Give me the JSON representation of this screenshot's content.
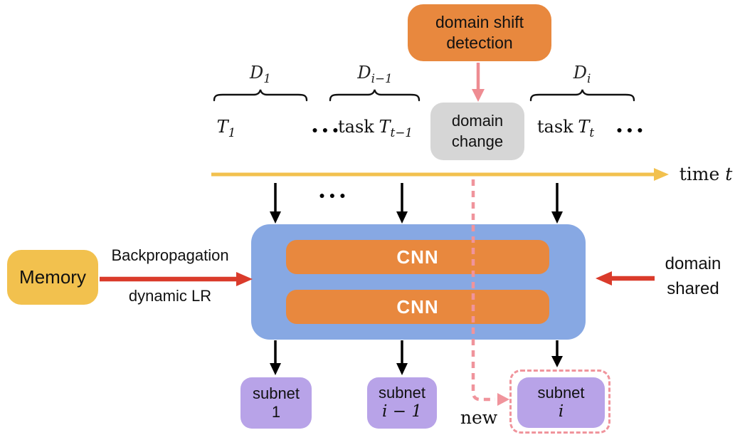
{
  "palette": {
    "orange": "#E8883E",
    "yellow": "#F2C14E",
    "blue": "#87A8E3",
    "purple": "#B8A3E8",
    "gray": "#D6D6D6",
    "red": "#DA3B2B",
    "pink": "#EE8C92"
  },
  "detection_box": {
    "line1": "domain shift",
    "line2": "detection"
  },
  "domains": [
    {
      "symbol": "D",
      "sub": "1"
    },
    {
      "symbol": "D",
      "sub": "i−1"
    },
    {
      "symbol": "D",
      "sub": "i"
    }
  ],
  "tasks": {
    "first_symbol": "T",
    "first_sub": "1",
    "dots_left": "●●●",
    "prev_prefix": "task",
    "prev_symbol": "T",
    "prev_sub": "t−1",
    "curr_prefix": "task",
    "curr_symbol": "T",
    "curr_sub": "t",
    "dots_right": "●●●"
  },
  "change_box": {
    "line1": "domain",
    "line2": "change"
  },
  "time_axis": {
    "word": "time",
    "var": "t"
  },
  "input_dots": "●●●",
  "memory_box": {
    "label": "Memory"
  },
  "backprop_label": "Backpropagation",
  "dynamic_lr_label": "dynamic LR",
  "cnn_boxes": [
    {
      "label": "CNN"
    },
    {
      "label": "CNN"
    }
  ],
  "domain_shared": {
    "line1": "domain",
    "line2": "shared"
  },
  "subnets": [
    {
      "word": "subnet",
      "index": "1"
    },
    {
      "word": "subnet",
      "index": "i − 1"
    },
    {
      "word": "subnet",
      "index": "i"
    }
  ],
  "new_label": "new"
}
